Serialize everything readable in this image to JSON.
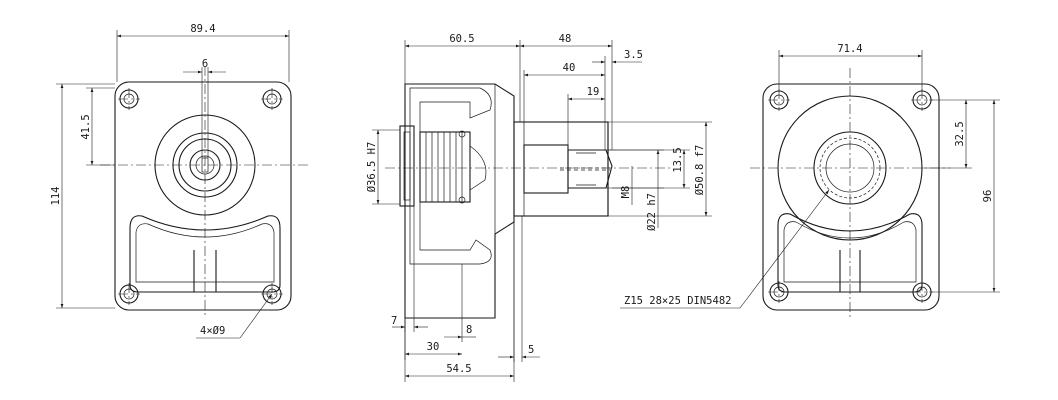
{
  "dimensions": {
    "left_width": "89.4",
    "left_key": "6",
    "left_top": "41.5",
    "left_height": "114",
    "left_holes": "4×Ø9",
    "mid_body": "60.5",
    "mid_shaft": "48",
    "mid_40": "40",
    "mid_19": "19",
    "mid_3_5": "3.5",
    "mid_pilot": "Ø36.5 H7",
    "mid_13_5": "13.5",
    "mid_50_8": "Ø50.8 f7",
    "mid_22": "Ø22 h7",
    "mid_m8": "M8",
    "mid_7": "7",
    "mid_8": "8",
    "mid_30": "30",
    "mid_54_5": "54.5",
    "mid_5": "5",
    "right_width": "71.4",
    "right_32_5": "32.5",
    "right_96": "96",
    "right_spline": "Z15 28×25 DIN5482"
  }
}
